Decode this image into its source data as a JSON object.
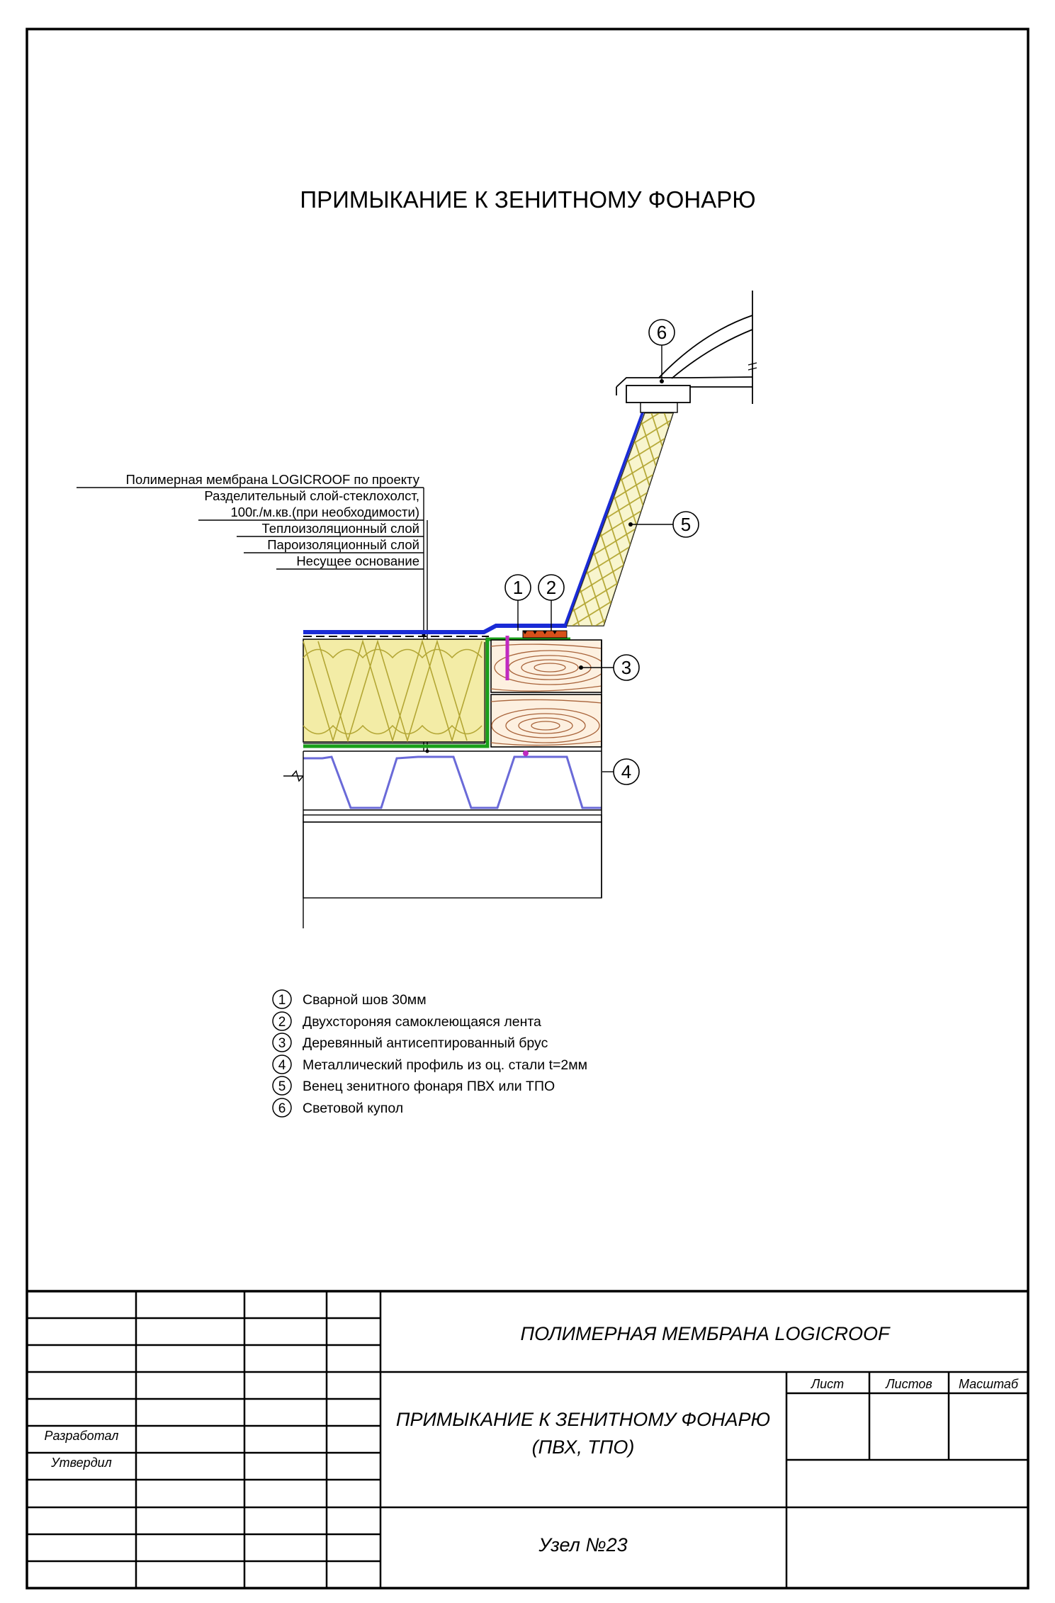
{
  "title": "ПРИМЫКАНИЕ К ЗЕНИТНОМУ ФОНАРЮ",
  "layer_labels": [
    "Полимерная мембрана LOGICROOF по проекту",
    "Разделительный слой-стеклохолст,",
    "100г./м.кв.(при необходимости)",
    "Теплоизоляционный слой",
    "Пароизоляционный слой",
    "Несущее основание"
  ],
  "callouts": [
    "1",
    "2",
    "3",
    "4",
    "5",
    "6"
  ],
  "legend": [
    {
      "num": "1",
      "text": "Сварной шов 30мм"
    },
    {
      "num": "2",
      "text": "Двухстороняя самоклеющаяся лента"
    },
    {
      "num": "3",
      "text": "Деревянный антисептированный брус"
    },
    {
      "num": "4",
      "text": "Металлический профиль из оц. стали t=2мм"
    },
    {
      "num": "5",
      "text": "Венец зенитного фонаря ПВХ или ТПО"
    },
    {
      "num": "6",
      "text": "Световой купол"
    }
  ],
  "title_block": {
    "product": "ПОЛИМЕРНАЯ МЕМБРАНА LOGICROOF",
    "drawing_title_line1": "ПРИМЫКАНИЕ К ЗЕНИТНОМУ ФОНАРЮ",
    "drawing_title_line2": "(ПВХ, ТПО)",
    "node": "Узел №23",
    "sheet_label": "Лист",
    "sheets_label": "Листов",
    "scale_label": "Масштаб",
    "developed_label": "Разработал",
    "approved_label": "Утвердил"
  },
  "colors": {
    "membrane": "#1a2bd6",
    "vapor_barrier": "#1aa01a",
    "insulation_fill": "#f3eca6",
    "insulation_line": "#b3a634",
    "wood_fill": "#fdf0e0",
    "wood_grain": "#a8633a",
    "weld": "#c02ac0",
    "tape": "#d8501a",
    "profile": "#6a6ad8"
  }
}
